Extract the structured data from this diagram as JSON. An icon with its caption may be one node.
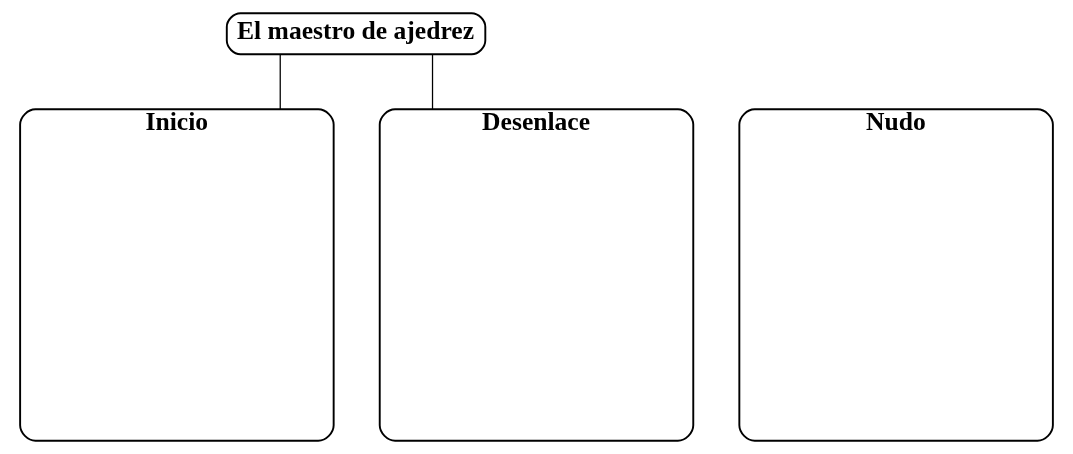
{
  "diagram": {
    "nodes": [
      {
        "text": [
          "El maestro de ajedrez"
        ]
      },
      {
        "text": [
          "Inicio"
        ]
      },
      {
        "text": [
          "Nudo"
        ]
      },
      {
        "text": [
          "Desenlace"
        ]
      }
    ],
    "edges": [
      {
        "from": 0,
        "to": 1,
        "arrow": "none"
      },
      {
        "from": 0,
        "to": 3,
        "arrow": "none"
      }
    ]
  }
}
